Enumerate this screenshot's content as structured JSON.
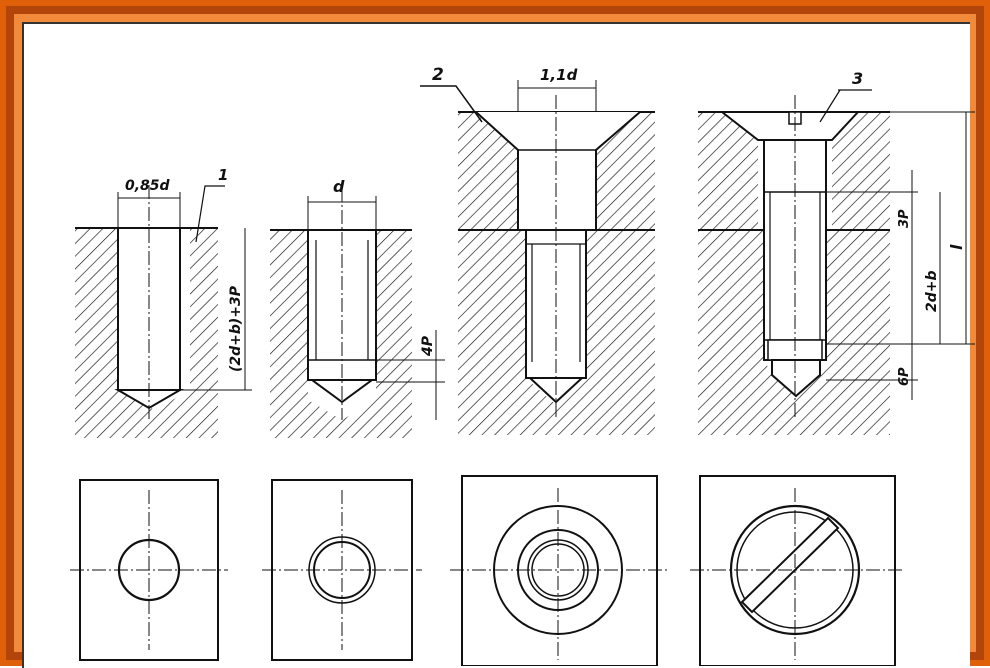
{
  "colors": {
    "frame_outer": "#e0600a",
    "frame_inner": "#b3450a",
    "ink": "#111111",
    "paper": "#ffffff"
  },
  "labels": {
    "fig1_number": "1",
    "fig1_width": "0,85d",
    "fig1_depth": "(2d+b)+3P",
    "fig2_width": "d",
    "fig2_runout": "4P",
    "fig3_number": "2",
    "fig3_width": "1,1d",
    "fig4_number": "3",
    "fig4_dim_3p": "3P",
    "fig4_dim_2db": "2d+b",
    "fig4_dim_l": "l",
    "fig4_dim_6p": "6P"
  }
}
